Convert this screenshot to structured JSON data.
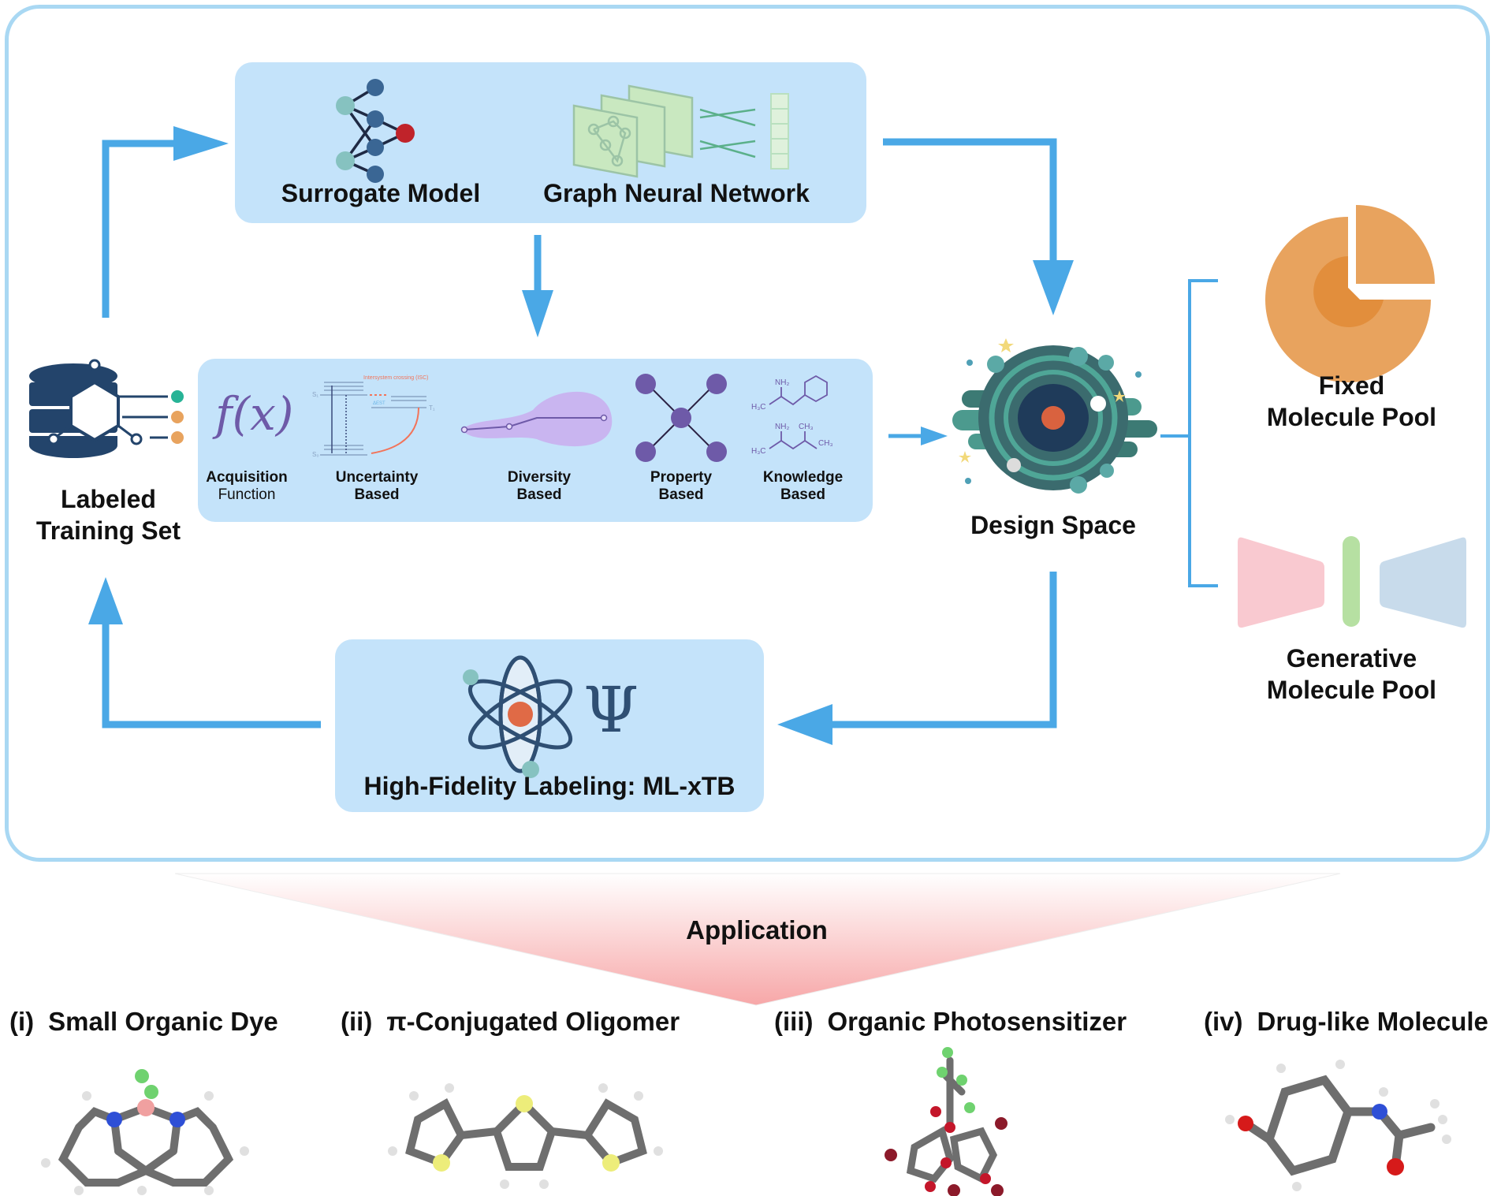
{
  "diagram": {
    "colors": {
      "arrow": "#4aa8e6",
      "outer_border": "#a9d8f3",
      "panel": "#c4e3fa",
      "accent_purple": "#6e5aa8",
      "node_dark": "#3a6694",
      "node_teal": "#86c2c0",
      "node_red": "#c0232a",
      "orange": "#e8a35e",
      "pink": "#f9c9d0",
      "green": "#b6e0a2",
      "blue_grey": "#c8dbeb"
    },
    "top_panel": {
      "surrogate_label": "Surrogate Model",
      "gnn_label": "Graph Neural Network"
    },
    "training_set": {
      "label_line1": "Labeled",
      "label_line2": "Training Set"
    },
    "strategies": {
      "items": [
        {
          "line1": "Acquisition",
          "line2": "Function"
        },
        {
          "line1": "Uncertainty",
          "line2": "Based"
        },
        {
          "line1": "Diversity",
          "line2": "Based"
        },
        {
          "line1": "Property",
          "line2": "Based"
        },
        {
          "line1": "Knowledge",
          "line2": "Based"
        }
      ],
      "fx_text": "f(x)",
      "uncertainty_annotations": {
        "isc": "Intersystem crossing (ISC)",
        "s1": "S₁",
        "s0": "S₀",
        "t1": "T₁",
        "delta": "ΔEST"
      },
      "knowledge_chem": {
        "nh2": "NH₂",
        "h3c": "H₃C",
        "ch3": "CH₃"
      }
    },
    "design_space": {
      "label": "Design Space"
    },
    "pools": {
      "fixed_line1": "Fixed",
      "fixed_line2": "Molecule Pool",
      "generative_line1": "Generative",
      "generative_line2": "Molecule Pool"
    },
    "labeling": {
      "label": "High-Fidelity Labeling: ML-xTB",
      "psi": "Ψ"
    },
    "application": {
      "label": "Application",
      "examples": [
        {
          "num": "(i)",
          "title": "Small Organic Dye"
        },
        {
          "num": "(ii)",
          "title": "π-Conjugated Oligomer"
        },
        {
          "num": "(iii)",
          "title": "Organic Photosensitizer"
        },
        {
          "num": "(iv)",
          "title": "Drug-like Molecule"
        }
      ]
    }
  }
}
